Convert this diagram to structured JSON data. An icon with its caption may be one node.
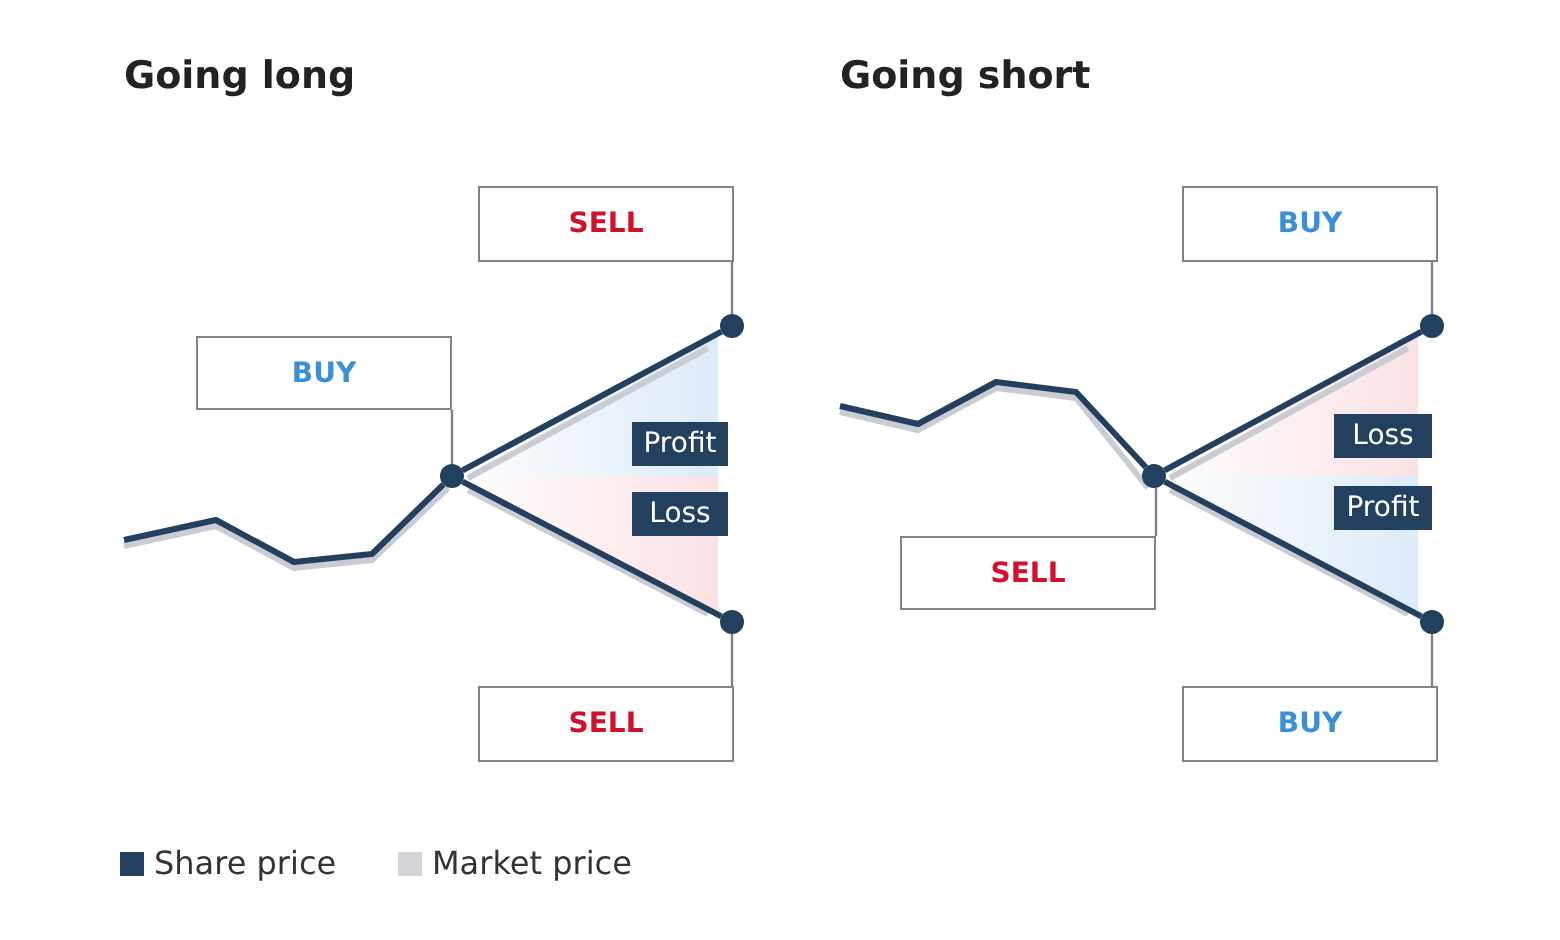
{
  "diagram": {
    "nodes": [
      {
        "text": [
          "SELL"
        ]
      },
      {
        "text": [
          "BUY"
        ]
      },
      {
        "text": [],
        "shape": "circle"
      },
      {
        "text": [
          "Profit"
        ]
      },
      {
        "text": [],
        "shape": "circle"
      },
      {
        "text": [
          "Loss"
        ]
      },
      {
        "text": [],
        "shape": "circle"
      },
      {
        "text": [
          "SELL"
        ]
      },
      {
        "text": [
          "BUY"
        ]
      },
      {
        "text": [],
        "shape": "circle"
      },
      {
        "text": [
          "Loss"
        ]
      },
      {
        "text": [
          "SELL"
        ]
      },
      {
        "text": [],
        "shape": "circle"
      },
      {
        "text": [
          "Profit"
        ]
      },
      {
        "text": [],
        "shape": "circle"
      },
      {
        "text": [
          "BUY"
        ]
      }
    ],
    "edges": [
      {
        "from": 0,
        "to": 2,
        "arrow": "none"
      },
      {
        "from": 1,
        "to": 4,
        "arrow": "none"
      },
      {
        "from": 4,
        "to": 2,
        "arrow": "none",
        "style": "thick"
      },
      {
        "from": 4,
        "to": 6,
        "arrow": "none",
        "style": "thick"
      },
      {
        "from": 7,
        "to": 6,
        "arrow": "none"
      },
      {
        "from": null,
        "to": 4,
        "arrow": "none",
        "style": "thick"
      },
      {
        "from": 8,
        "to": 9,
        "arrow": "none"
      },
      {
        "from": 12,
        "to": 9,
        "arrow": "none",
        "style": "thick"
      },
      {
        "from": 12,
        "to": 14,
        "arrow": "none",
        "style": "thick"
      },
      {
        "from": 11,
        "to": 12,
        "arrow": "none"
      },
      {
        "from": 15,
        "to": 14,
        "arrow": "none"
      },
      {
        "from": null,
        "to": 12,
        "arrow": "none",
        "style": "thick"
      }
    ],
    "labels": [
      "Going long",
      "Going short"
    ],
    "legend": [
      {
        "text": "Share price",
        "color": "#23405e"
      },
      {
        "text": "Market price",
        "color": "#d3d5da"
      }
    ]
  }
}
